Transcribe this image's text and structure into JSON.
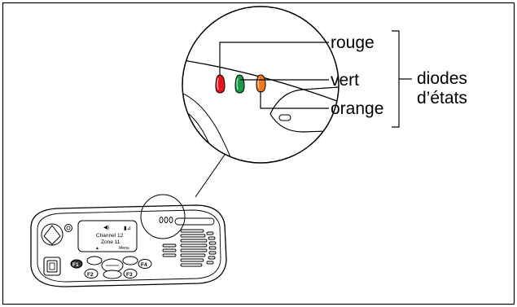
{
  "labels": {
    "red": "rouge",
    "green": "vert",
    "orange": "orange",
    "group_line1": "diodes",
    "group_line2": "d’états"
  },
  "display": {
    "line1": "Channel 12",
    "line2": "Zone 11",
    "softkey_right": "Menu"
  },
  "function_keys": [
    "F1",
    "F2",
    "F3",
    "F4"
  ],
  "colors": {
    "led_red": "#e8141c",
    "led_green": "#1a9a4a",
    "led_orange": "#f07a1e",
    "frame": "#000000"
  }
}
